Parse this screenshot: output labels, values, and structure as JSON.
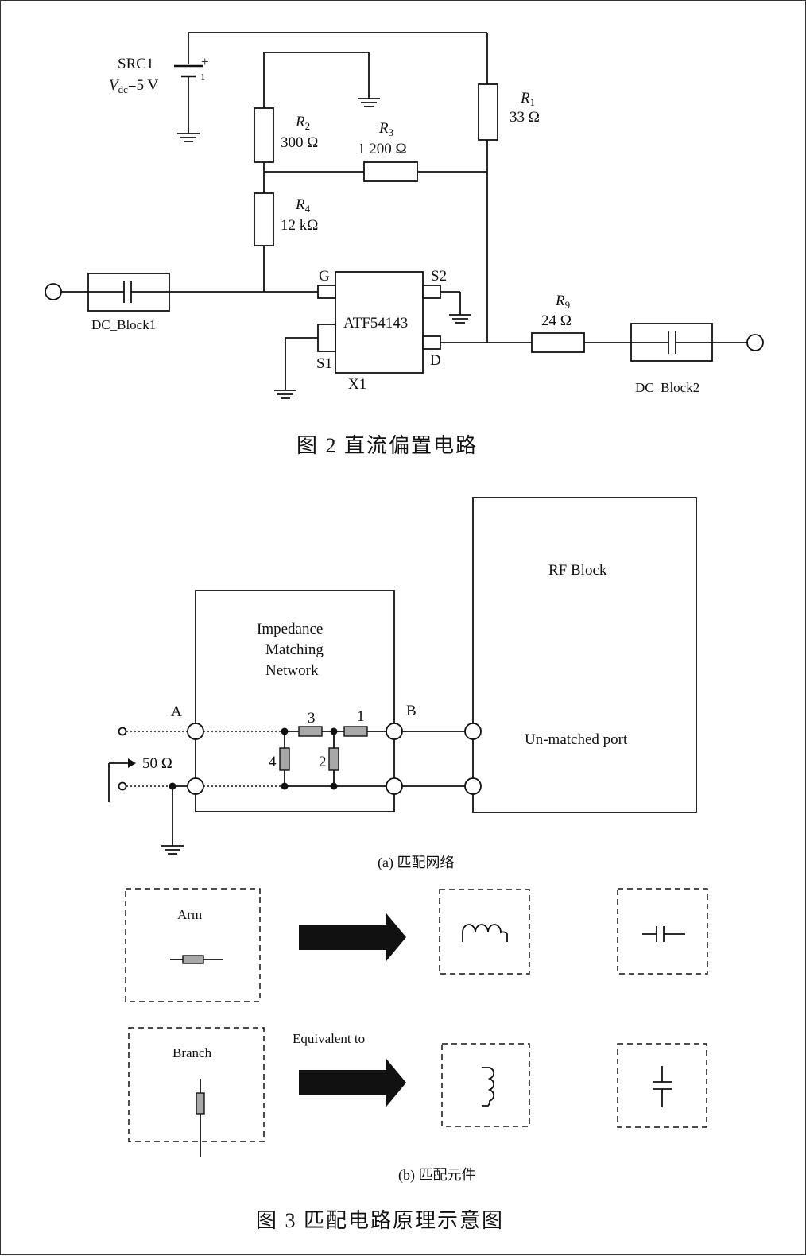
{
  "fig2": {
    "source_name": "SRC1",
    "source_value_sym": "V",
    "source_value_sub": "dc",
    "source_value_rest": "=5  V",
    "plus": "+",
    "r1_sym": "R",
    "r1_sub": "1",
    "r1_val": "33  Ω",
    "r2_sym": "R",
    "r2_sub": "2",
    "r2_val": "300  Ω",
    "r3_sym": "R",
    "r3_sub": "3",
    "r3_val": "1  200  Ω",
    "r4_sym": "R",
    "r4_sub": "4",
    "r4_val": "12  kΩ",
    "r9_sym": "R",
    "r9_sub": "9",
    "r9_val": "24  Ω",
    "transistor": "ATF54143",
    "pin_g": "G",
    "pin_s1": "S1",
    "pin_s2": "S2",
    "pin_d": "D",
    "ref": "X1",
    "dc_block1": "DC_Block1",
    "dc_block2": "DC_Block2",
    "caption": "图 2    直流偏置电路"
  },
  "fig3a": {
    "rf_block": "RF  Block",
    "unmatched": "Un-matched  port",
    "imn_line1": "Impedance",
    "imn_line2": "Matching",
    "imn_line3": "Network",
    "port_a": "A",
    "port_b": "B",
    "impedance": "50  Ω",
    "el1": "1",
    "el2": "2",
    "el3": "3",
    "el4": "4",
    "caption": "(a)  匹配网络"
  },
  "fig3b": {
    "arm": "Arm",
    "branch": "Branch",
    "equivalent": "Equivalent  to",
    "caption": "(b)  匹配元件"
  },
  "caption": "图 3    匹配电路原理示意图"
}
